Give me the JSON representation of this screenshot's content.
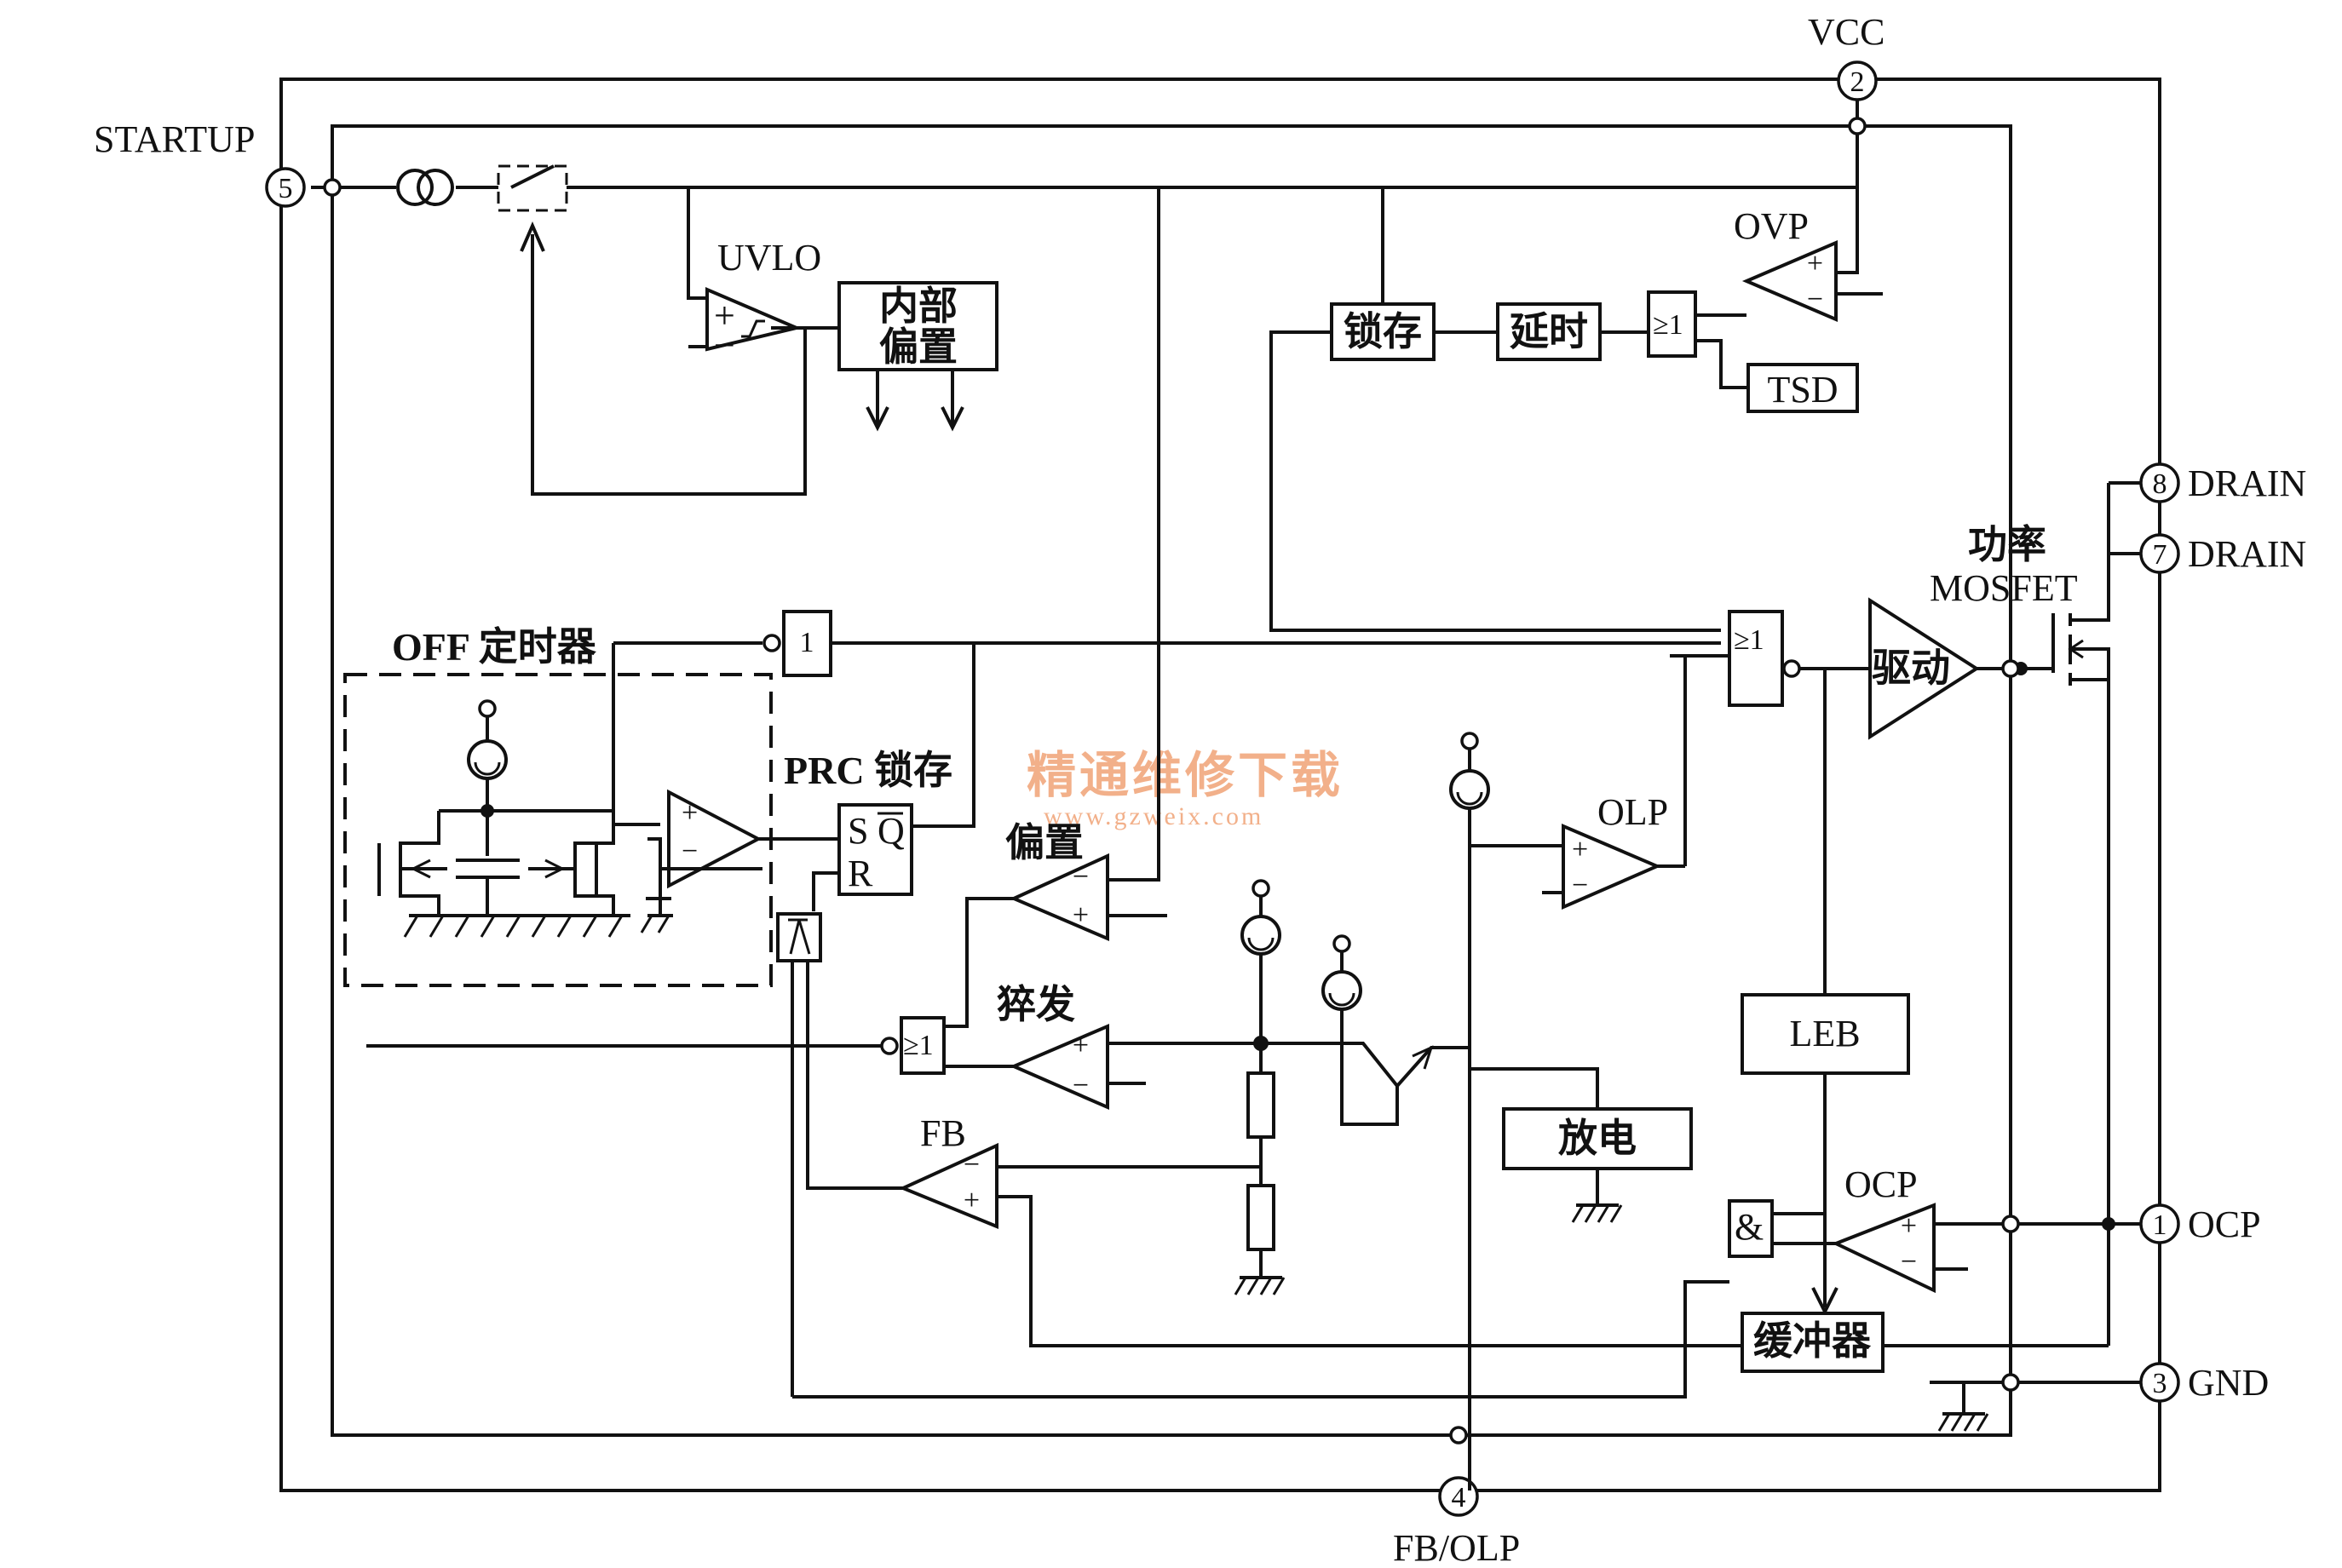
{
  "pins": {
    "p1": {
      "num": "1",
      "name": "OCP"
    },
    "p2": {
      "num": "2",
      "name": "VCC"
    },
    "p3": {
      "num": "3",
      "name": "GND"
    },
    "p4": {
      "num": "4",
      "name": "FB/OLP"
    },
    "p5": {
      "num": "5",
      "name": "STARTUP"
    },
    "p7": {
      "num": "7",
      "name": "DRAIN"
    },
    "p8": {
      "num": "8",
      "name": "DRAIN"
    }
  },
  "blocks": {
    "uvlo": "UVLO",
    "internal_bias_1": "内部",
    "internal_bias_2": "偏置",
    "latch": "锁存",
    "delay": "延时",
    "or_top": "≥1",
    "ovp": "OVP",
    "tsd": "TSD",
    "off_timer": "OFF 定时器",
    "inverter": "1",
    "prc_latch": "PRC 锁存",
    "sr_s": "S",
    "sr_q": "Q",
    "sr_r": "R",
    "or_mid": "≥1",
    "power_mosfet_1": "功率",
    "power_mosfet_2": "MOSFET",
    "driver": "驱动",
    "olp": "OLP",
    "bias": "偏置",
    "burst": "猝发",
    "or_burst": "≥1",
    "fb": "FB",
    "discharge": "放电",
    "leb": "LEB",
    "and_gate": "&",
    "ocp": "OCP",
    "buffer": "缓冲器"
  },
  "watermark": {
    "cn": "精通维修下载",
    "url": "www.gzweix.com"
  }
}
